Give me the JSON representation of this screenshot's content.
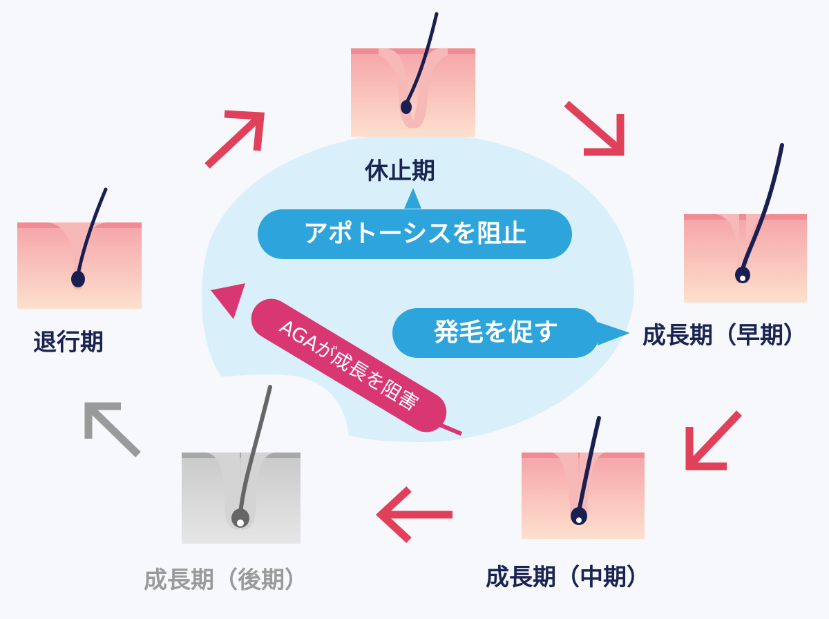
{
  "stages": {
    "rest": "休止期",
    "early_growth": "成長期（早期）",
    "mid_growth": "成長期（中期）",
    "late_growth": "成長期（後期）",
    "regression": "退行期"
  },
  "bubbles": {
    "apoptosis": "アポトーシスを阻止",
    "promote": "発毛を促す"
  },
  "aga_label": "AGAが成長を阻害",
  "colors": {
    "arrow_red": "#e0405a",
    "arrow_gray": "#9a9a9a",
    "bubble_blue": "#2ea4dc",
    "region_blue": "#d9f0fb",
    "aga_pink": "#d93772",
    "label_navy": "#1a2452",
    "label_gray": "#9a9a9a",
    "hair_navy": "#1a1f52",
    "skin_pink": "#f4a6a8"
  }
}
